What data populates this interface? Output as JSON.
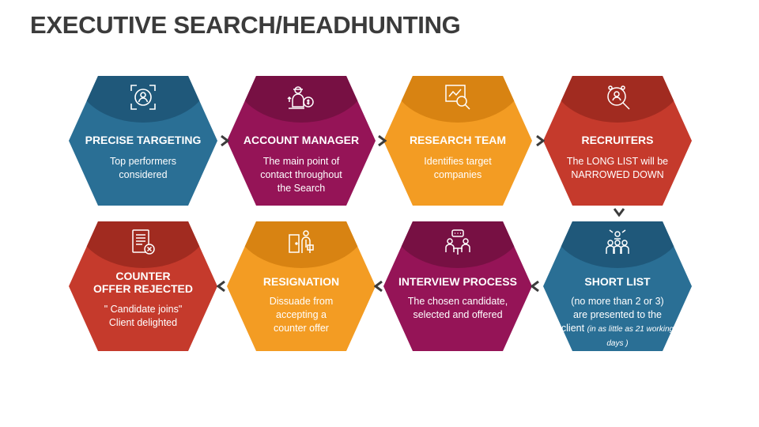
{
  "title": "EXECUTIVE SEARCH/HEADHUNTING",
  "colors": {
    "blue": "#2a6f95",
    "blue_dark": "#1f587a",
    "magenta": "#951457",
    "magenta_dark": "#771043",
    "orange": "#f39c23",
    "orange_dark": "#d88312",
    "red": "#c53a2c",
    "red_dark": "#a12b20",
    "connector": "#3c3c3c"
  },
  "steps": [
    {
      "heading": "PRECISE TARGETING",
      "lines": [
        "Top performers",
        "considered"
      ],
      "icon": "target-person-icon"
    },
    {
      "heading": "ACCOUNT MANAGER",
      "lines": [
        "The main point of",
        "contact throughout",
        "the Search"
      ],
      "icon": "manager-money-icon"
    },
    {
      "heading": "RESEARCH TEAM",
      "lines": [
        "Identifies target",
        "companies"
      ],
      "icon": "chart-magnifier-icon"
    },
    {
      "heading": "RECRUITERS",
      "lines": [
        "The LONG LIST will be",
        "NARROWED DOWN"
      ],
      "icon": "people-search-icon"
    },
    {
      "heading": "SHORT LIST",
      "lines": [
        "(no more than 2 or 3)",
        "are presented to the",
        "client"
      ],
      "note": "(in as little as 21 working days )",
      "icon": "team-selection-icon"
    },
    {
      "heading": "INTERVIEW PROCESS",
      "lines": [
        "The chosen candidate,",
        "selected and offered"
      ],
      "icon": "interview-icon"
    },
    {
      "heading": "RESIGNATION",
      "lines": [
        "Dissuade from",
        "accepting a",
        "counter offer"
      ],
      "icon": "resignation-icon"
    },
    {
      "heading_lines": [
        "COUNTER",
        "OFFER REJECTED"
      ],
      "lines": [
        "\" Candidate joins\"",
        "Client delighted"
      ],
      "icon": "rejected-document-icon"
    }
  ]
}
